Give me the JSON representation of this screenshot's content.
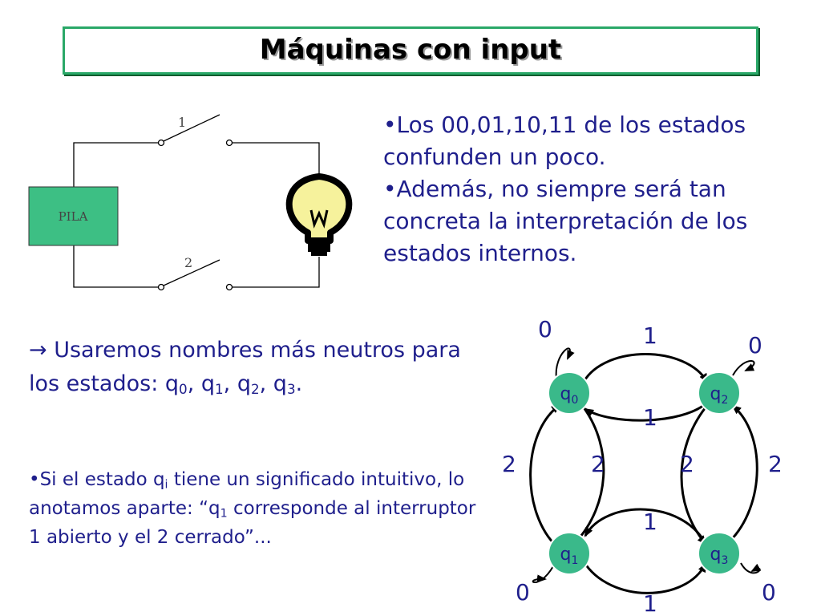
{
  "title": "Máquinas con input",
  "circuit": {
    "battery_label": "PILA",
    "switch1_label": "1",
    "switch2_label": "2",
    "bulb_icon": "light-bulb-icon"
  },
  "bullets": [
    "•Los 00,01,10,11 de los estados confunden un poco.",
    "•Además, no siempre será tan concreta la interpretación de los estados internos."
  ],
  "arrow_text": {
    "lead": " Usaremos nombres más neutros para los estados: q",
    "states": [
      "0",
      "1",
      "2",
      "3"
    ]
  },
  "note": {
    "p1": "•Si el estado q",
    "p1_sub": "i",
    "p2": " tiene un significado intuitivo, lo anotamos aparte: “q",
    "p2_sub": "1",
    "p3": " corresponde al interruptor 1 abierto y el 2 cerrado”..."
  },
  "automaton": {
    "node_color": "#3ab98a",
    "states": [
      {
        "name": "q",
        "sub": "0"
      },
      {
        "name": "q",
        "sub": "2"
      },
      {
        "name": "q",
        "sub": "1"
      },
      {
        "name": "q",
        "sub": "3"
      }
    ],
    "labels": {
      "self_q0": "0",
      "self_q2": "0",
      "self_q1": "0",
      "self_q3": "0",
      "top_outer": "1",
      "top_inner": "1",
      "bottom_inner": "1",
      "bottom_outer": "1",
      "left_outer": "2",
      "left_inner": "2",
      "right_inner": "2",
      "right_outer": "2"
    }
  }
}
